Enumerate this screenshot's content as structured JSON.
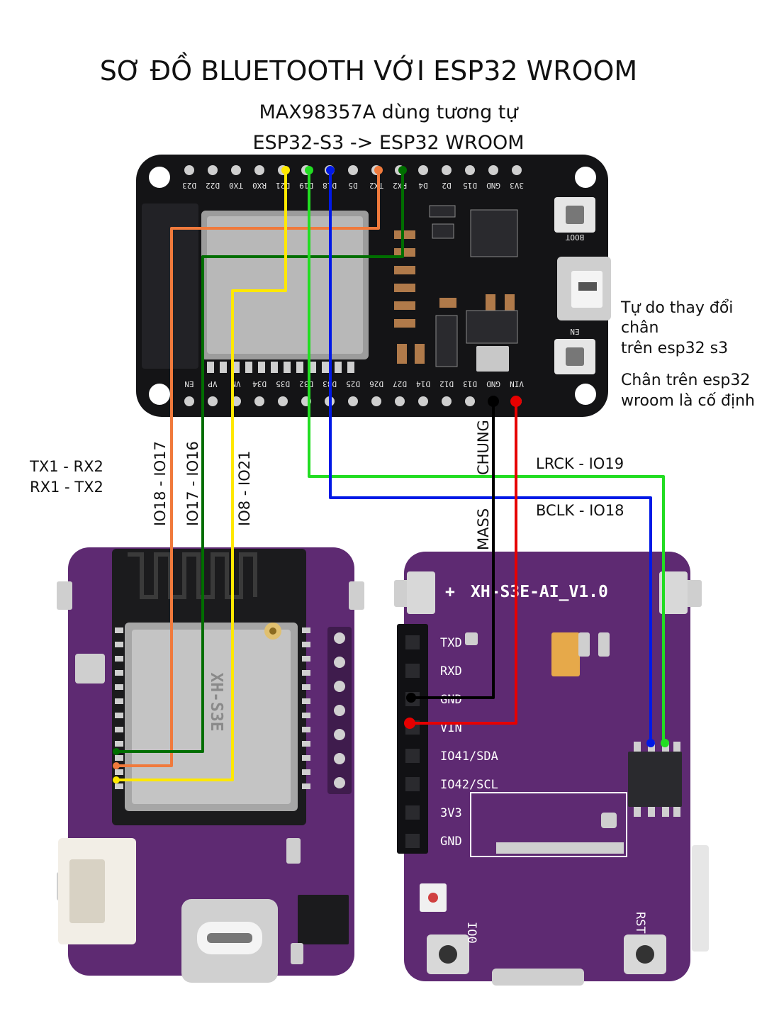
{
  "title": "SƠ ĐỒ BLUETOOTH VỚI ESP32 WROOM",
  "subtitle_line1": "MAX98357A dùng tương tự",
  "subtitle_line2": "ESP32-S3 -> ESP32 WROOM",
  "note_s3": [
    "Tự do thay đổi",
    "chân",
    "trên esp32 s3"
  ],
  "note_wroom": [
    "Chân trên esp32",
    "wroom là cố định"
  ],
  "uart_note": [
    "TX1 - RX2",
    "RX1 - TX2"
  ],
  "wire_labels": {
    "io18_io17": "IO18 - IO17",
    "io17_io16": "IO17 - IO16",
    "io8_io21": "IO8 - IO21",
    "chung": "CHUNG",
    "mass": "MASS",
    "lrck": "LRCK - IO19",
    "bclk": "BCLK - IO18"
  },
  "esp32_board": {
    "top_pins": [
      "3V3",
      "GND",
      "D15",
      "D2",
      "D4",
      "RX2",
      "TX2",
      "D5",
      "D18",
      "D19",
      "D21",
      "RX0",
      "TX0",
      "D22",
      "D23"
    ],
    "bottom_pins": [
      "VIN",
      "GND",
      "D13",
      "D12",
      "D14",
      "D27",
      "D26",
      "D25",
      "D33",
      "D32",
      "D35",
      "D34",
      "VN",
      "VP",
      "EN"
    ],
    "boot_label": "BOOT",
    "en_label": "EN"
  },
  "xh_board": {
    "name": "XH-S3E-AI_V1.0",
    "plus": "+",
    "pins": [
      "TXD",
      "RXD",
      "GND",
      "VIN",
      "IO41/SDA",
      "IO42/SCL",
      "3V3",
      "GND"
    ],
    "io0": "IO0",
    "rst": "RST"
  },
  "s3_board": {
    "module_text": "XH-S3E"
  },
  "colors": {
    "yellow": "#ffe800",
    "green": "#006e00",
    "lime": "#22dd22",
    "blue": "#0019e6",
    "orange": "#f07a3c",
    "black": "#000000",
    "red": "#e60000",
    "pcb_purple": "#5e2a72",
    "pcb_black": "#141416"
  }
}
